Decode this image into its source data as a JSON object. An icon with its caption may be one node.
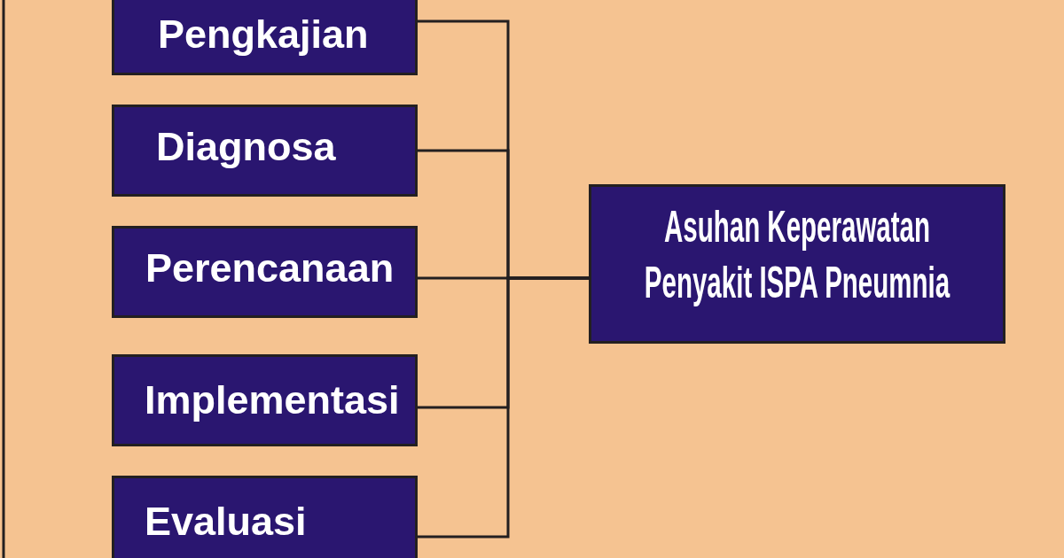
{
  "diagram": {
    "nodes": [
      {
        "text": [
          "Pengkajian"
        ]
      },
      {
        "text": [
          "Diagnosa"
        ]
      },
      {
        "text": [
          "Perencanaan"
        ]
      },
      {
        "text": [
          "Implementasi"
        ]
      },
      {
        "text": [
          "Evaluasi"
        ]
      },
      {
        "text": [
          "Asuhan Keperawatan Penyakit ISPA Pneumnia"
        ]
      }
    ],
    "edges": [
      {
        "from": 0,
        "to": 5,
        "arrow": "none"
      },
      {
        "from": 1,
        "to": 5,
        "arrow": "none"
      },
      {
        "from": 2,
        "to": 5,
        "arrow": "none"
      },
      {
        "from": 3,
        "to": 5,
        "arrow": "none"
      },
      {
        "from": 4,
        "to": 5,
        "arrow": "none"
      }
    ]
  }
}
